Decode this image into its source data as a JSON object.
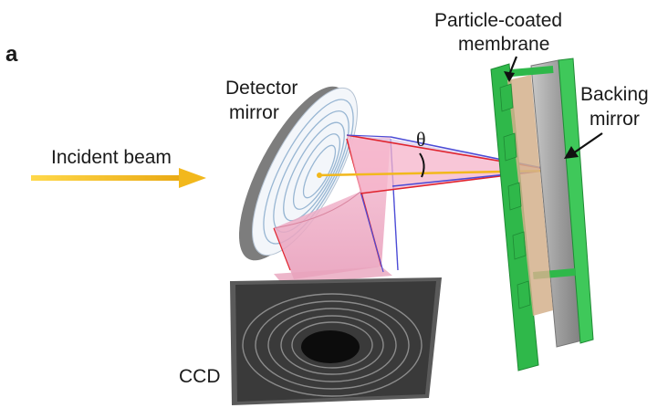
{
  "panel_label": "a",
  "labels": {
    "incident_beam": "Incident beam",
    "detector_mirror_line1": "Detector",
    "detector_mirror_line2": "mirror",
    "theta": "θ",
    "particle_membrane_line1": "Particle-coated",
    "particle_membrane_line2": "membrane",
    "backing_mirror_line1": "Backing",
    "backing_mirror_line2": "mirror",
    "ccd": "CCD"
  },
  "colors": {
    "beam": "#f2b81c",
    "cone_fill": "#f2a9c4",
    "cone_red": "#e0242e",
    "cone_blue": "#4c4cd6",
    "mirror_rim": "#8a8a8a",
    "mirror_face": "#eef3f8",
    "membrane_green": "#2fb84a",
    "backing_gray": "#a9a9a9",
    "ccd_dark": "#2a2a2a"
  }
}
